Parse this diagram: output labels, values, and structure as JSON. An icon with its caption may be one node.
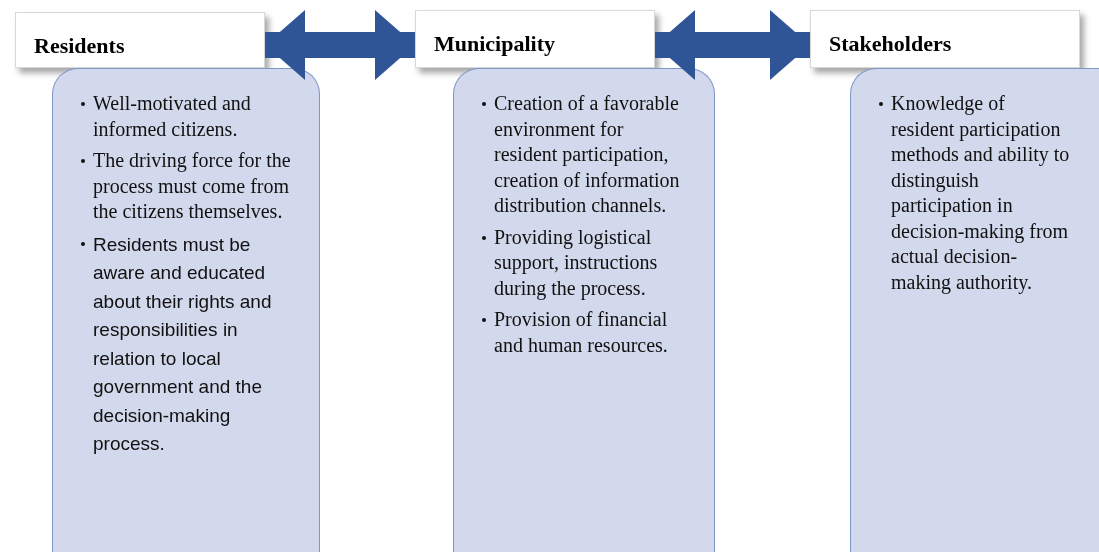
{
  "diagram": {
    "nodes": [
      {
        "text": [
          "Residents"
        ]
      },
      {
        "text": [
          "Well-motivated and informed citizens.",
          "The driving force for the process must come from the citizens themselves.",
          "Residents must be aware and educated about their rights and responsibilities in relation to local government and the decision-making process."
        ]
      },
      {
        "text": [
          "Municipality"
        ]
      },
      {
        "text": [
          "Creation of a favorable environment for resident participation, creation of information distribution channels.",
          "Providing logistical support, instructions during the process.",
          "Provision of financial and human resources."
        ]
      },
      {
        "text": [
          "Stakeholders"
        ]
      },
      {
        "text": [
          "Knowledge of resident participation methods and ability to distinguish participation in decision-making from actual decision-making authority."
        ]
      }
    ],
    "edges": [
      {
        "from": 0,
        "to": 2,
        "arrow": "both"
      },
      {
        "from": 2,
        "to": 4,
        "arrow": "both"
      }
    ]
  }
}
